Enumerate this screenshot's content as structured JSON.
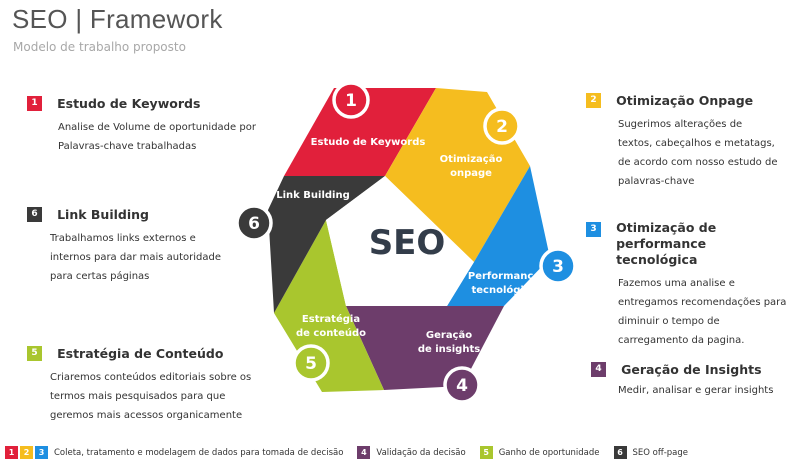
{
  "header": {
    "title": "SEO | Framework",
    "subtitle": "Modelo de trabalho proposto"
  },
  "colors": {
    "c1": "#e1203b",
    "c2": "#f5bd1f",
    "c3": "#1e8fe1",
    "c4": "#6d3d6b",
    "c5": "#a9c62e",
    "c6": "#3a3a3a"
  },
  "center_label": "SEO",
  "segments": [
    {
      "num": "1",
      "label": "Estudo de Keywords"
    },
    {
      "num": "2",
      "label": "Otimização onpage"
    },
    {
      "num": "3",
      "label": "Performance tecnológica"
    },
    {
      "num": "4",
      "label": "Geração de insights"
    },
    {
      "num": "5",
      "label": "Estratégia de conteúdo"
    },
    {
      "num": "6",
      "label": "Link Building"
    }
  ],
  "steps": [
    {
      "num": "1",
      "title": "Estudo de Keywords",
      "desc": "Analise de Volume de oportunidade por Palavras-chave trabalhadas"
    },
    {
      "num": "2",
      "title": "Otimização Onpage",
      "desc": "Sugerimos alterações de textos, cabeçalhos e metatags, de acordo com nosso estudo de palavras-chave"
    },
    {
      "num": "3",
      "title": "Otimização de performance tecnológica",
      "desc": "Fazemos uma analise e entregamos recomendações para diminuir o tempo de carregamento da pagina."
    },
    {
      "num": "4",
      "title": "Geração de Insights",
      "desc": "Medir, analisar e gerar insights"
    },
    {
      "num": "5",
      "title": "Estratégia de Conteúdo",
      "desc": "Criaremos conteúdos editoriais sobre os termos mais pesquisados para que geremos mais acessos organicamente"
    },
    {
      "num": "6",
      "title": "Link Building",
      "desc": "Trabalhamos links externos e internos para dar mais autoridade para certas páginas"
    }
  ],
  "legend": {
    "items": [
      {
        "nums": [
          "1",
          "2",
          "3"
        ],
        "label": "Coleta, tratamento e modelagem de dados para tomada de decisão"
      },
      {
        "nums": [
          "4"
        ],
        "label": "Validação da decisão"
      },
      {
        "nums": [
          "5"
        ],
        "label": "Ganho de oportunidade"
      },
      {
        "nums": [
          "6"
        ],
        "label": "SEO off-page"
      }
    ]
  }
}
